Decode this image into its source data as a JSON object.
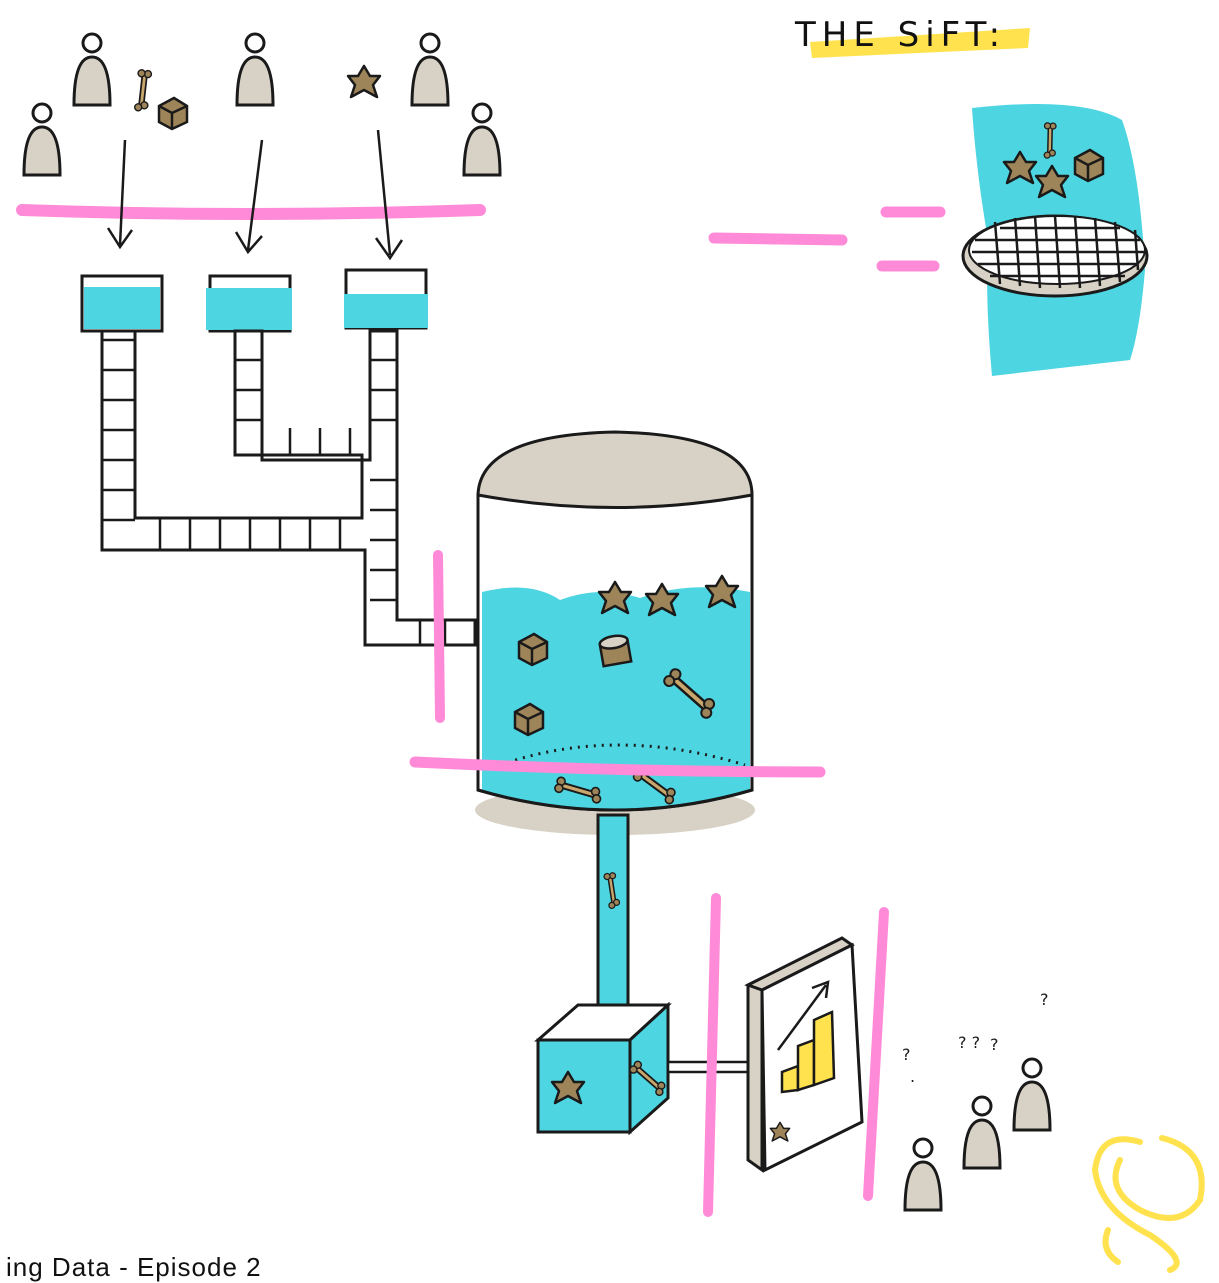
{
  "title": "THE SiFT:",
  "footer": "ing Data - Episode 2",
  "colors": {
    "water": "#4DD5E2",
    "pink": "#FF8BD8",
    "beige": "#D8D2C6",
    "debris": "#9E8459",
    "highlight": "#FFE24D",
    "ink": "#1a1a1a"
  },
  "icons": {
    "logo": "stylized-s-logo",
    "sieve": "sieve-icon",
    "tank": "storage-tank-icon",
    "chart": "bar-chart-board-icon"
  }
}
